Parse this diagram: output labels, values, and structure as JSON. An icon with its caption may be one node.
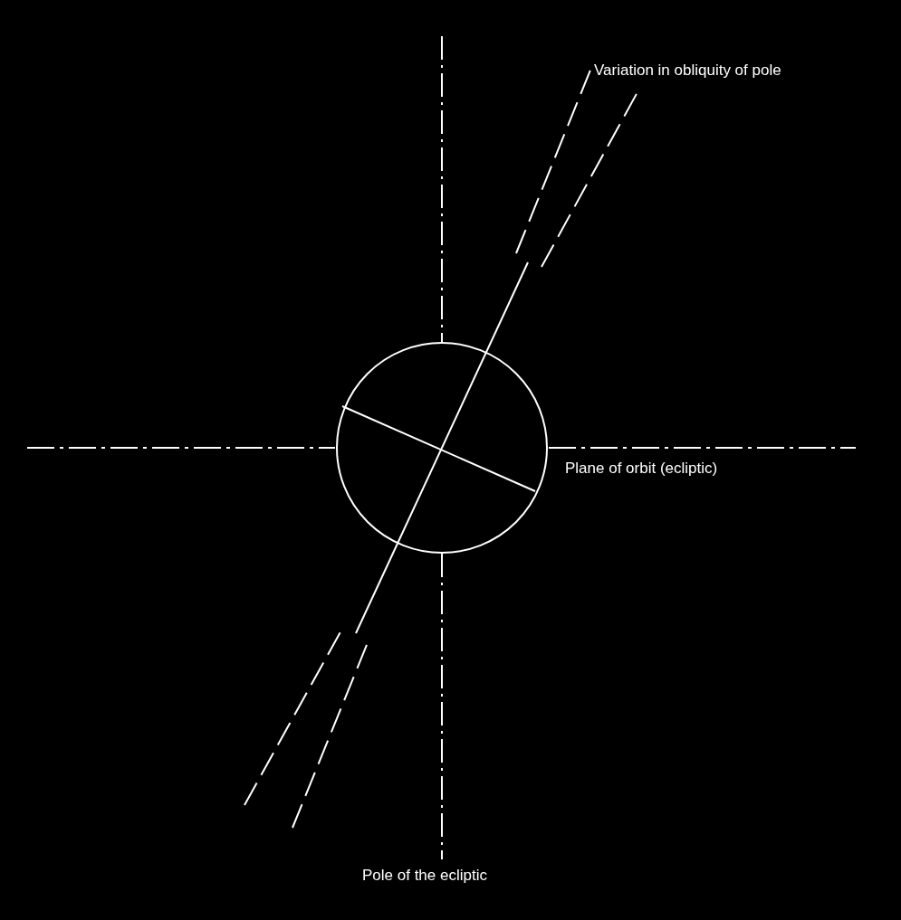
{
  "diagram": {
    "labels": [
      "Variation in obliquity of pole",
      "Plane of orbit (ecliptic)",
      "Pole of the ecliptic"
    ]
  }
}
